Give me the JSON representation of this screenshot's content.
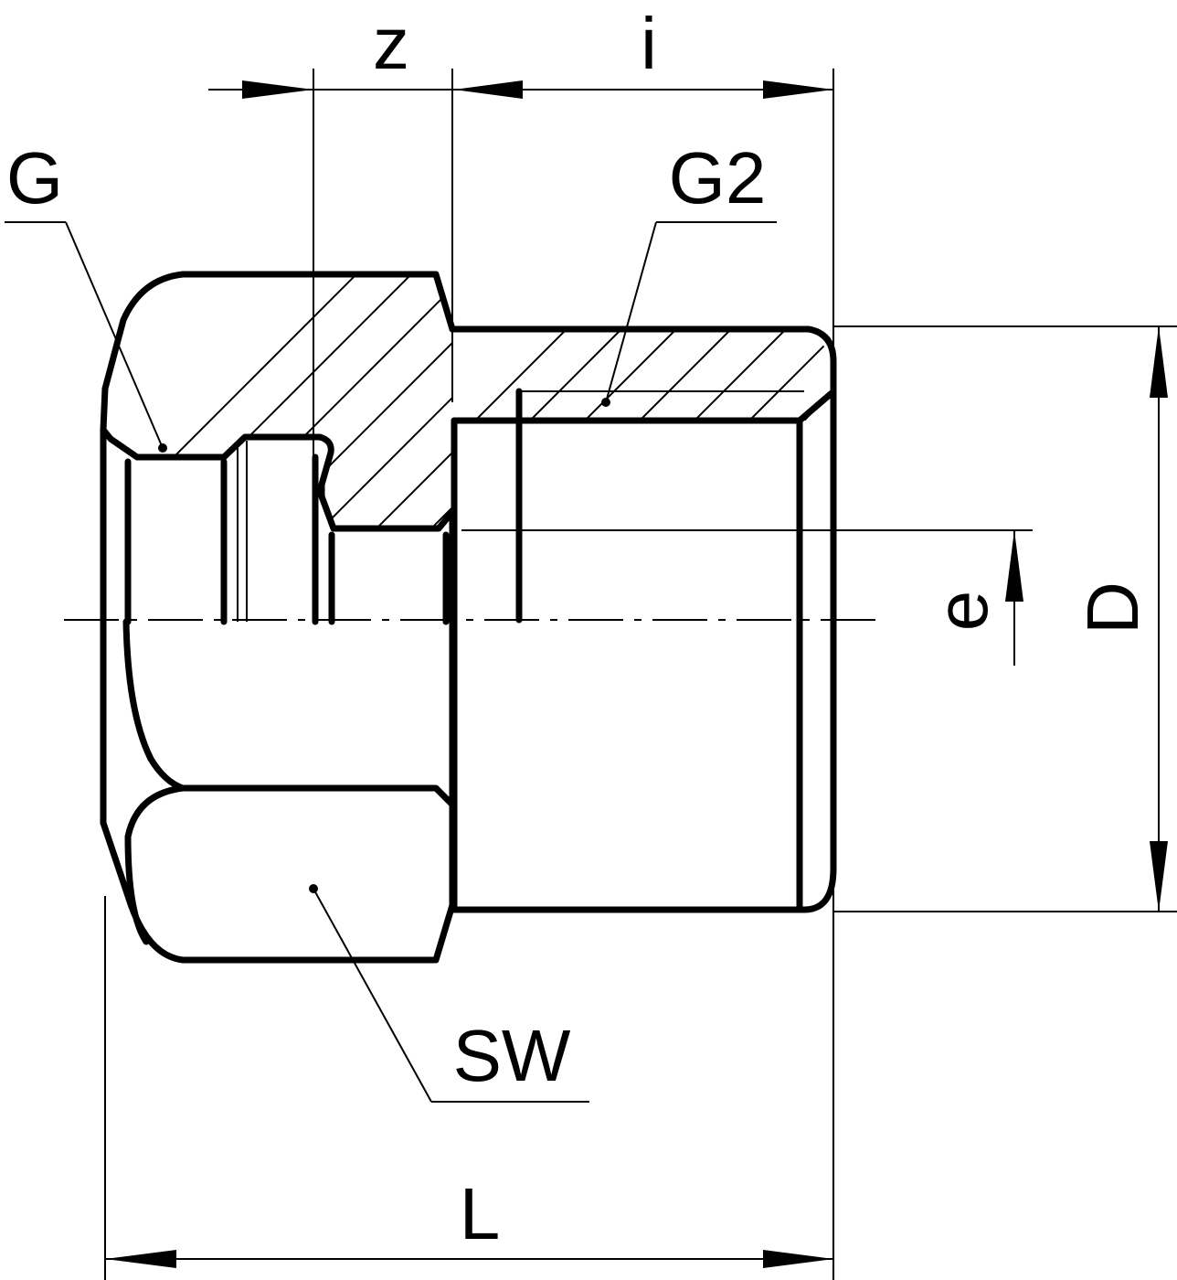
{
  "labels": {
    "z": "z",
    "i": "i",
    "G": "G",
    "G2": "G2",
    "e": "e",
    "D": "D",
    "SW": "SW",
    "L": "L"
  }
}
